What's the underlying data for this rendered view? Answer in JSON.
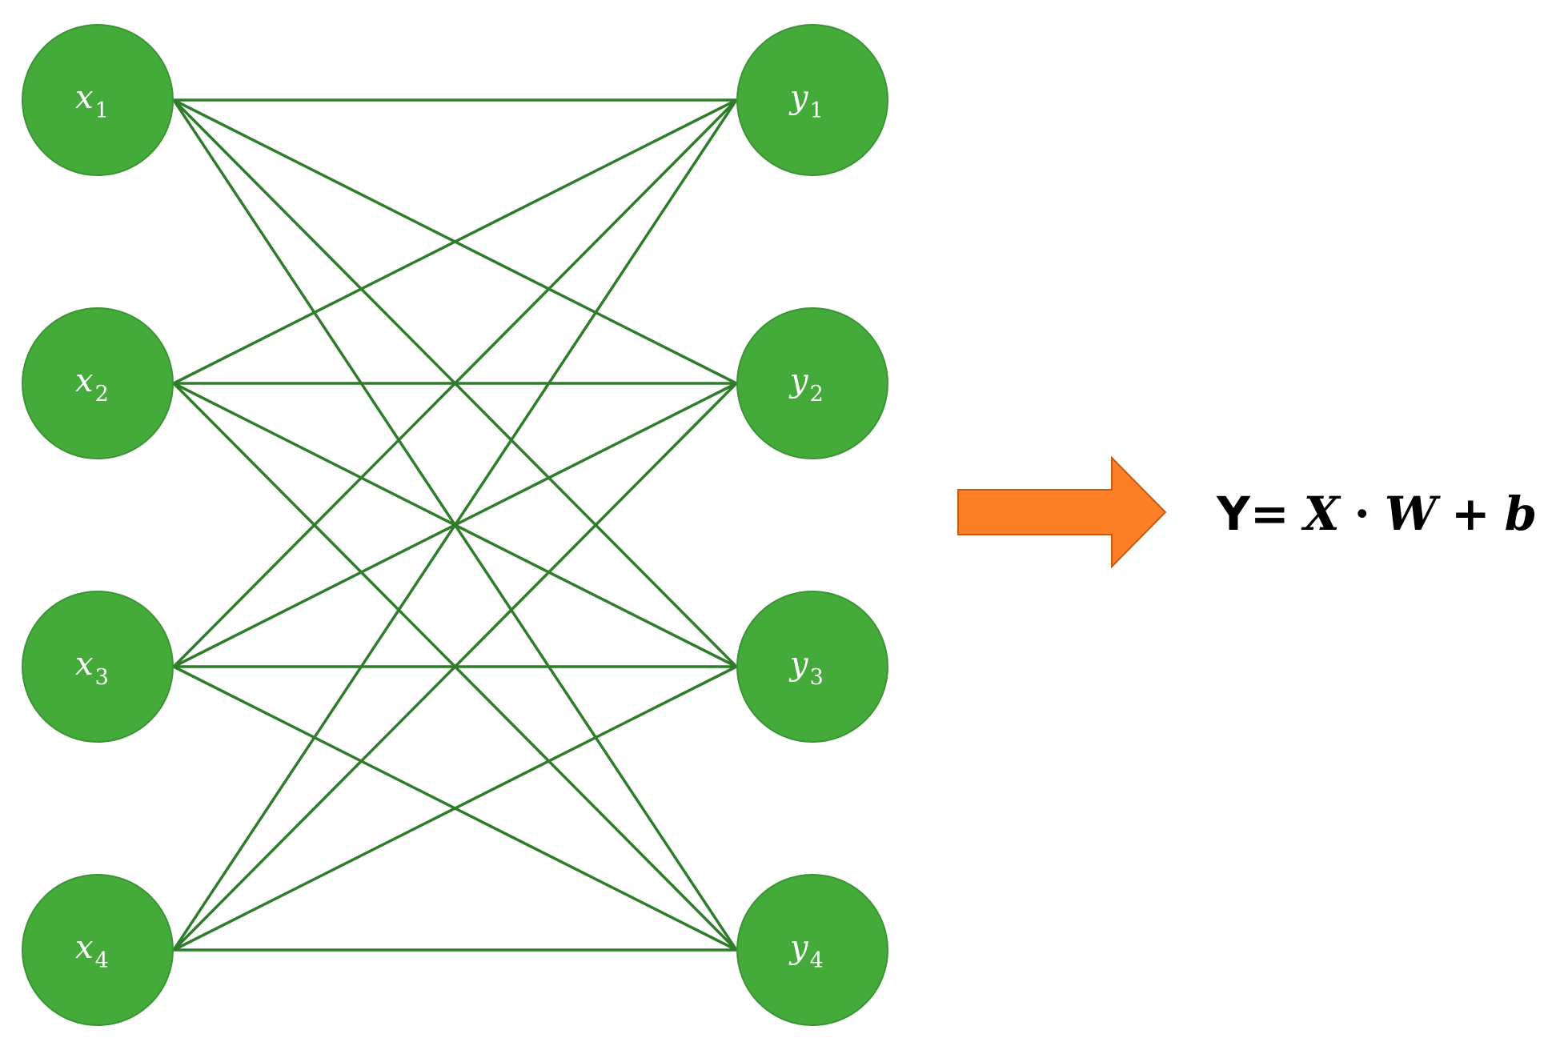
{
  "colors": {
    "node_fill": "#44ab3b",
    "node_stroke": "#3a9433",
    "edge": "#2f7d2b",
    "arrow_fill": "#fd7f27",
    "arrow_stroke": "#c55a11",
    "label": "#ffffff"
  },
  "inputs": [
    {
      "var": "x",
      "sub": "1"
    },
    {
      "var": "x",
      "sub": "2"
    },
    {
      "var": "x",
      "sub": "3"
    },
    {
      "var": "x",
      "sub": "4"
    }
  ],
  "outputs": [
    {
      "var": "y",
      "sub": "1"
    },
    {
      "var": "y",
      "sub": "2"
    },
    {
      "var": "y",
      "sub": "3"
    },
    {
      "var": "y",
      "sub": "4"
    }
  ],
  "connections": "fully-connected",
  "arrow": {
    "icon": "right-arrow-icon"
  },
  "formula": {
    "y": "Y",
    "eq": "=",
    "x": "X",
    "dot": "·",
    "w": "W",
    "plus": "+",
    "b": "b"
  }
}
